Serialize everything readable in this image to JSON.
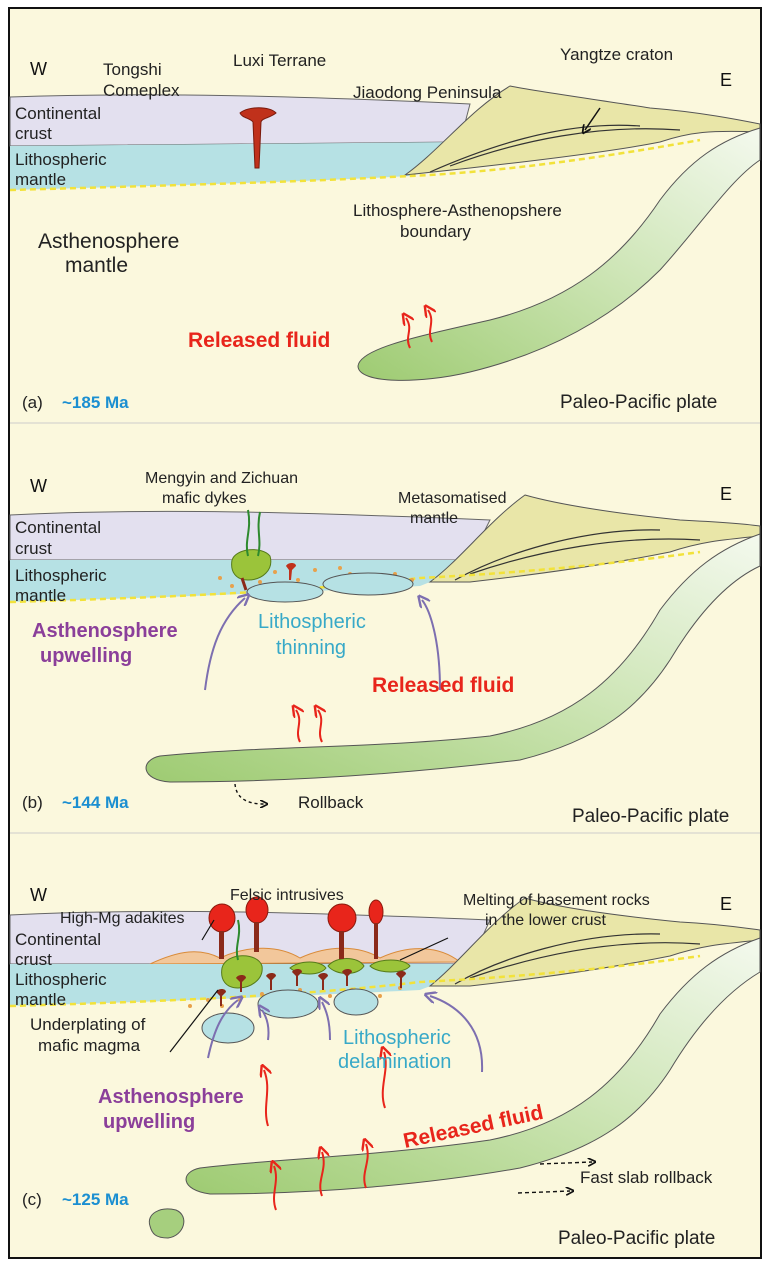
{
  "directions": {
    "west": "W",
    "east": "E"
  },
  "panels": [
    {
      "tag": "(a)",
      "age": "~185 Ma",
      "labels": {
        "luxi": "Luxi Terrane",
        "tongshi_1": "Tongshi",
        "tongshi_2": "Comeplex",
        "yangtze": "Yangtze craton",
        "jiaodong": "Jiaodong Peninsula",
        "crust_1": "Continental",
        "crust_2": "crust",
        "litho_1": "Lithospheric",
        "litho_2": "mantle",
        "lab_1": "Lithosphere-Asthenopshere",
        "lab_2": "boundary",
        "astheno_1": "Asthenosphere",
        "astheno_2": "mantle",
        "fluid": "Released fluid",
        "plate": "Paleo-Pacific plate"
      }
    },
    {
      "tag": "(b)",
      "age": "~144 Ma",
      "labels": {
        "dykes_1": "Mengyin and Zichuan",
        "dykes_2": "mafic dykes",
        "meta_1": "Metasomatised",
        "meta_2": "mantle",
        "crust_1": "Continental",
        "crust_2": "crust",
        "litho_1": "Lithospheric",
        "litho_2": "mantle",
        "upwell_1": "Asthenosphere",
        "upwell_2": "upwelling",
        "thin_1": "Lithospheric",
        "thin_2": "thinning",
        "fluid": "Released fluid",
        "rollback": "Rollback",
        "plate": "Paleo-Pacific plate"
      }
    },
    {
      "tag": "(c)",
      "age": "~125 Ma",
      "labels": {
        "adakites": "High-Mg adakites",
        "felsic": "Felsic intrusives",
        "melting_1": "Melting of basement rocks",
        "melting_2": "in the lower crust",
        "crust_1": "Continental",
        "crust_2": "crust",
        "litho_1": "Lithospheric",
        "litho_2": "mantle",
        "under_1": "Underplating of",
        "under_2": "mafic magma",
        "delam_1": "Lithospheric",
        "delam_2": "delamination",
        "upwell_1": "Asthenosphere",
        "upwell_2": "upwelling",
        "fluid": "Released fluid",
        "fast": "Fast slab rollback",
        "plate": "Paleo-Pacific plate"
      }
    }
  ],
  "colors": {
    "crust": "#e3e0ef",
    "litho": "#b6e1e4",
    "astheno": "#fbf8dd",
    "craton": "#e9e6a8",
    "slab": "#a6cf7e",
    "magma_red": "#e8251b",
    "lab_line": "#f2e23a",
    "purple_arrow": "#7d6fb0"
  }
}
